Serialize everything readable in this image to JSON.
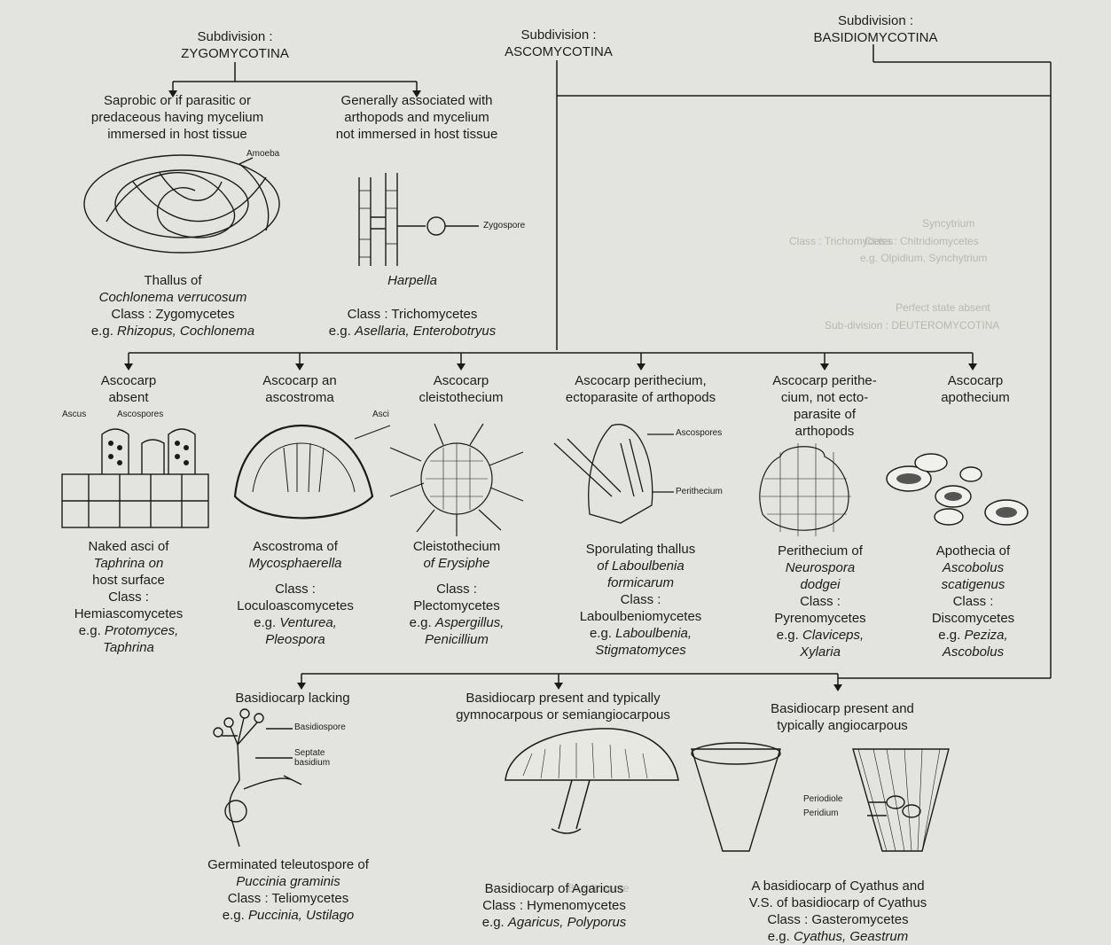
{
  "subdivisions": {
    "zygo": [
      "Subdivision :",
      "ZYGOMYCOTINA"
    ],
    "asco": [
      "Subdivision :",
      "ASCOMYCOTINA"
    ],
    "basidio": [
      "Subdivision :",
      "BASIDIOMYCOTINA"
    ]
  },
  "zygo_branches": {
    "left_desc": [
      "Saprobic or if parasitic or",
      "predaceous having mycelium",
      "immersed in host tissue"
    ],
    "right_desc": [
      "Generally associated with",
      "arthopods and mycelium",
      "not immersed in host tissue"
    ],
    "left_fig_label": "Amoeba",
    "right_fig_label": "Zygospore",
    "left_caption": {
      "title": "Thallus of",
      "genus": "Cochlonema verrucosum",
      "class_line": "Class : Zygomycetes",
      "eg_prefix": "e.g.",
      "eg": "Rhizopus, Cochlonema"
    },
    "right_caption": {
      "genus": "Harpella",
      "class_line": "Class : Trichomycetes",
      "eg_prefix": "e.g.",
      "eg": "Asellaria, Enterobotryus"
    }
  },
  "asco_branches": [
    {
      "heading": [
        "Ascocarp",
        "absent"
      ],
      "fig_labels": [
        "Ascus",
        "Ascospores"
      ],
      "caption": [
        "Naked asci of",
        "Taphrina on",
        "host surface",
        "Class :",
        "Hemiascomycetes"
      ],
      "eg": [
        "e.g.",
        "Protomyces,",
        "Taphrina"
      ]
    },
    {
      "heading": [
        "Ascocarp an",
        "ascostroma"
      ],
      "fig_labels": [
        "Asci"
      ],
      "caption": [
        "Ascostroma of",
        "Mycosphaerella",
        "",
        "Class :",
        "Loculoascomycetes"
      ],
      "eg": [
        "e.g.",
        "Venturea,",
        "Pleospora"
      ]
    },
    {
      "heading": [
        "Ascocarp",
        "cleistothecium"
      ],
      "fig_labels": [],
      "caption": [
        "Cleistothecium",
        "of Erysiphe",
        "",
        "Class :",
        "Plectomycetes"
      ],
      "eg": [
        "e.g.",
        "Aspergillus,",
        "Penicillium"
      ]
    },
    {
      "heading": [
        "Ascocarp perithecium,",
        "ectoparasite of arthopods"
      ],
      "fig_labels": [
        "Ascospores",
        "Perithecium"
      ],
      "caption": [
        "Sporulating thallus",
        "of Laboulbenia",
        "formicarum",
        "Class :",
        "Laboulbeniomycetes"
      ],
      "eg": [
        "e.g.",
        "Laboulbenia,",
        "Stigmatomyces"
      ]
    },
    {
      "heading": [
        "Ascocarp perithe-",
        "cium, not ecto-",
        "parasite of",
        "arthopods"
      ],
      "fig_labels": [],
      "caption": [
        "Perithecium of",
        "Neurospora",
        "dodgei",
        "Class :",
        "Pyrenomycetes"
      ],
      "eg": [
        "e.g.",
        "Claviceps,",
        "Xylaria"
      ]
    },
    {
      "heading": [
        "Ascocarp",
        "apothecium"
      ],
      "fig_labels": [],
      "caption": [
        "Apothecia of",
        "Ascobolus",
        "scatigenus",
        "Class :",
        "Discomycetes"
      ],
      "eg": [
        "e.g.",
        "Peziza,",
        "Ascobolus"
      ]
    }
  ],
  "basidio_branches": [
    {
      "heading": [
        "Basidiocarp lacking"
      ],
      "fig_labels": [
        "Basidiospore",
        "Septate",
        "basidium"
      ],
      "caption": [
        "Germinated teleutospore of",
        "Puccinia graminis",
        "Class : Teliomycetes"
      ],
      "eg": [
        "e.g.",
        "Puccinia, Ustilago"
      ]
    },
    {
      "heading": [
        "Basidiocarp present and typically",
        "gymnocarpous or semiangiocarpous"
      ],
      "fig_labels": [],
      "caption": [
        "Basidiocarp of Agaricus",
        "Class : Hymenomycetes"
      ],
      "eg": [
        "e.g.",
        "Agaricus, Polyporus"
      ]
    },
    {
      "heading": [
        "Basidiocarp present and",
        "typically angiocarpous"
      ],
      "fig_labels": [
        "Periodiole",
        "Peridium"
      ],
      "caption": [
        "A basidiocarp of Cyathus and",
        "V.S. of basidiocarp of Cyathus",
        "Class : Gasteromycetes"
      ],
      "eg": [
        "e.g.",
        "Cyathus, Geastrum"
      ]
    }
  ],
  "ghost_text": [
    "Syncytrium",
    "Class : Chitridiomycetes",
    "e.g. Olpidium, Synchytrium",
    "Perfect state absent",
    "Sub-division : DEUTEROMYCOTINA",
    "Class : Trichomycetes",
    "Basidiospore"
  ],
  "colors": {
    "line": "#1a1a1a",
    "paper": "#e3e3df",
    "ghost": "#b8b8b2"
  }
}
